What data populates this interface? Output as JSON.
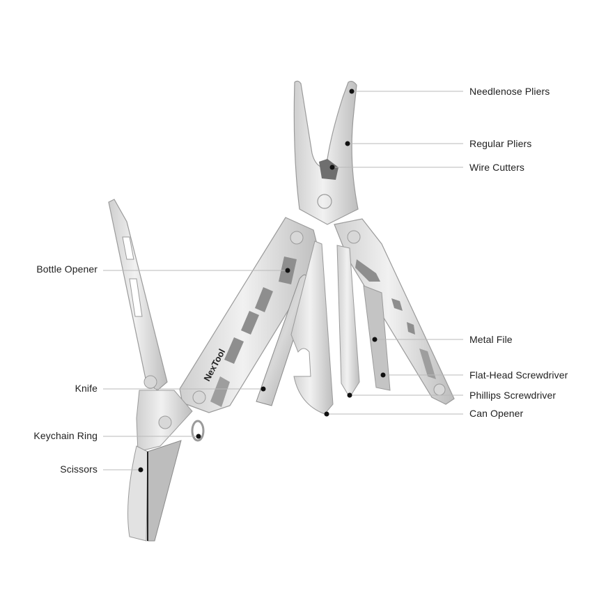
{
  "diagram": {
    "brand_text": "NexTool",
    "colors": {
      "background": "#ffffff",
      "steel_light": "#e6e6e6",
      "steel_mid": "#c9c9c9",
      "steel_dark": "#8e8e8e",
      "label_text": "#1e1e1e",
      "leader_line": "#b9b9b9",
      "callout_dot": "#111111"
    },
    "labels_right": [
      {
        "text": "Needlenose Pliers"
      },
      {
        "text": "Regular Pliers"
      },
      {
        "text": "Wire Cutters"
      },
      {
        "text": "Metal File"
      },
      {
        "text": "Flat-Head Screwdriver"
      },
      {
        "text": "Phillips Screwdriver"
      },
      {
        "text": "Can Opener"
      }
    ],
    "labels_left": [
      {
        "text": "Bottle Opener"
      },
      {
        "text": "Knife"
      },
      {
        "text": "Keychain Ring"
      },
      {
        "text": "Scissors"
      }
    ]
  }
}
